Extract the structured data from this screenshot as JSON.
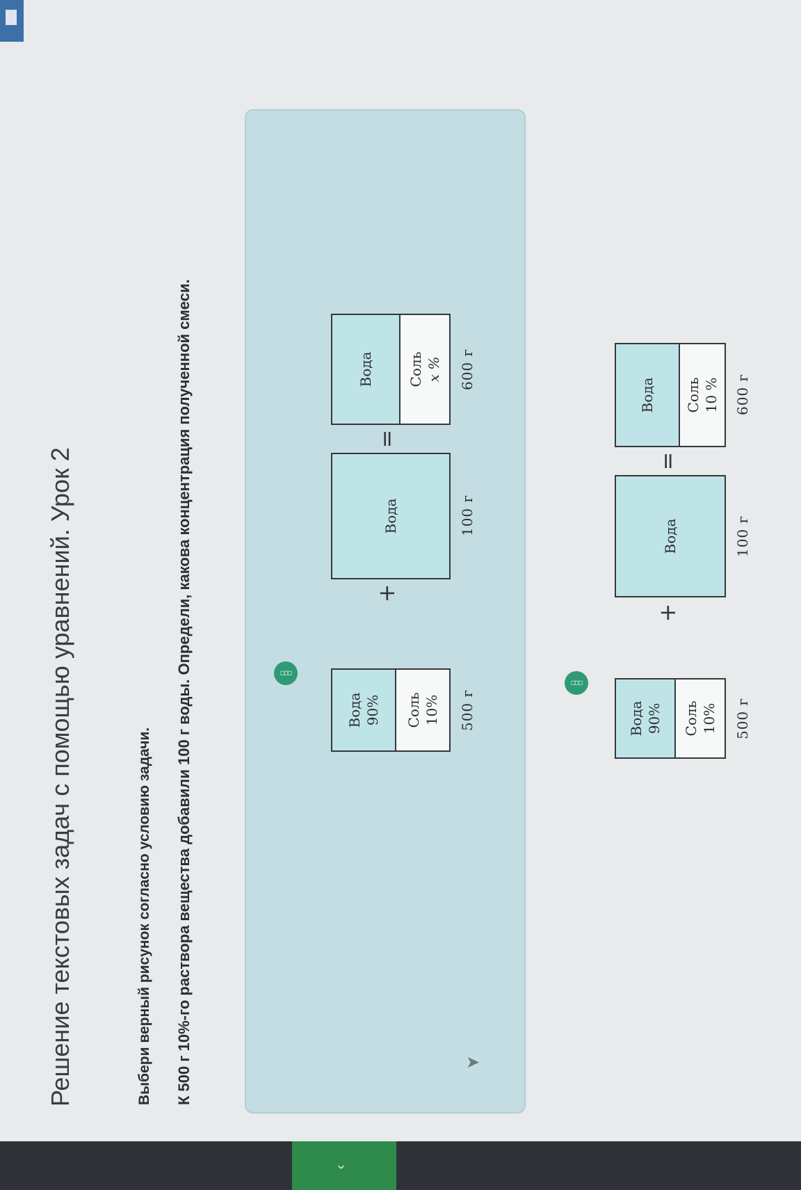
{
  "header": {
    "title": "Решение текстовых задач с помощью уравнений. Урок 2"
  },
  "task": {
    "instruction": "Выбери верный рисунок согласно условию задачи.",
    "problem": "К 500 г 10%-го раствора вещества добавили 100 г воды. Определи, какова концентрация полученной смеси."
  },
  "options": [
    {
      "badge": "□□□",
      "box1": {
        "top": "Вода",
        "top_pct": "90%",
        "bottom": "Соль",
        "bottom_pct": "10%",
        "mass": "500 г"
      },
      "plus": "+",
      "box2": {
        "label": "Вода",
        "mass": "100 г"
      },
      "equals": "=",
      "box3": {
        "top": "Вода",
        "bottom": "Соль",
        "bottom_pct": "x %",
        "mass": "600 г"
      }
    },
    {
      "badge": "□□□",
      "box1": {
        "top": "Вода",
        "top_pct": "90%",
        "bottom": "Соль",
        "bottom_pct": "10%",
        "mass": "500 г"
      },
      "plus": "+",
      "box2": {
        "label": "Вода",
        "mass": "100 г"
      },
      "equals": "=",
      "box3": {
        "top": "Вода",
        "bottom": "Соль",
        "bottom_pct": "10 %",
        "mass": "600 г"
      }
    }
  ],
  "colors": {
    "card": "#c4dde3",
    "water": "#bfe4e8",
    "badge": "#2f9a76",
    "nav_green": "#2e8b4c"
  },
  "icons": {
    "cursor": "pointer-arrow-icon",
    "nav": "chevron-left-icon"
  }
}
